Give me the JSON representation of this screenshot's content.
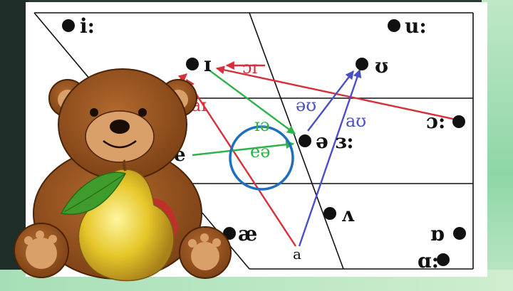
{
  "colors": {
    "red": "#d6303a",
    "green": "#2fb24a",
    "blue": "#4a4fc8",
    "highlight": "#1f6fc0",
    "ink": "#111111"
  },
  "vowels": {
    "i_long": "i:",
    "u_long": "u:",
    "i_short": "ɪ",
    "u_short": "ʊ",
    "open_o_long": "ɔ:",
    "schwa_er": "ə ɜ:",
    "e": "e",
    "caret": "ʌ",
    "ae": "æ",
    "short_o": "ɒ",
    "a_long": "ɑ:",
    "a": "a"
  },
  "diphthongs": {
    "oi": "ɔɪ",
    "ai": "aɪ",
    "au": "aʊ",
    "ou": "əʊ",
    "ie": "ɪə",
    "ea": "eə"
  },
  "decorations": {
    "bear": "teddy-bear-illustration",
    "pear": "pear-illustration"
  }
}
